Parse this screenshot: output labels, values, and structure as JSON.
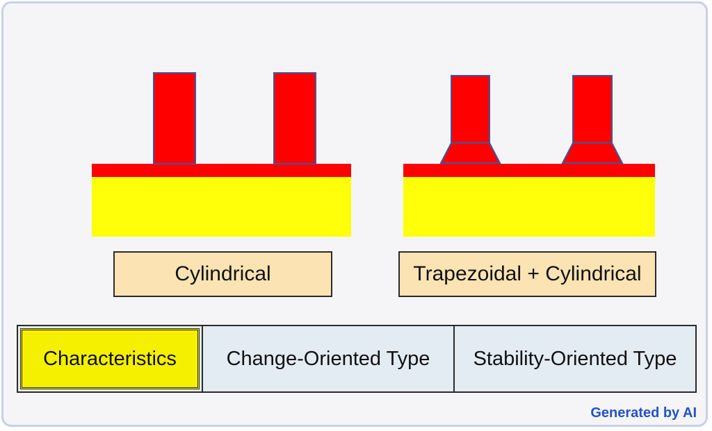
{
  "structures": [
    {
      "label": "Cylindrical"
    },
    {
      "label": "Trapezoidal + Cylindrical"
    }
  ],
  "table": {
    "header": "Characteristics",
    "columns": [
      "Change-Oriented Type",
      "Stability-Oriented Type"
    ]
  },
  "footer": "Generated by AI",
  "colors": {
    "substrate": "#ffff0a",
    "layer": "#ff0000",
    "outline": "#3a5aa0",
    "label_fill": "#fbe3b3",
    "header_fill": "#f5f000"
  }
}
